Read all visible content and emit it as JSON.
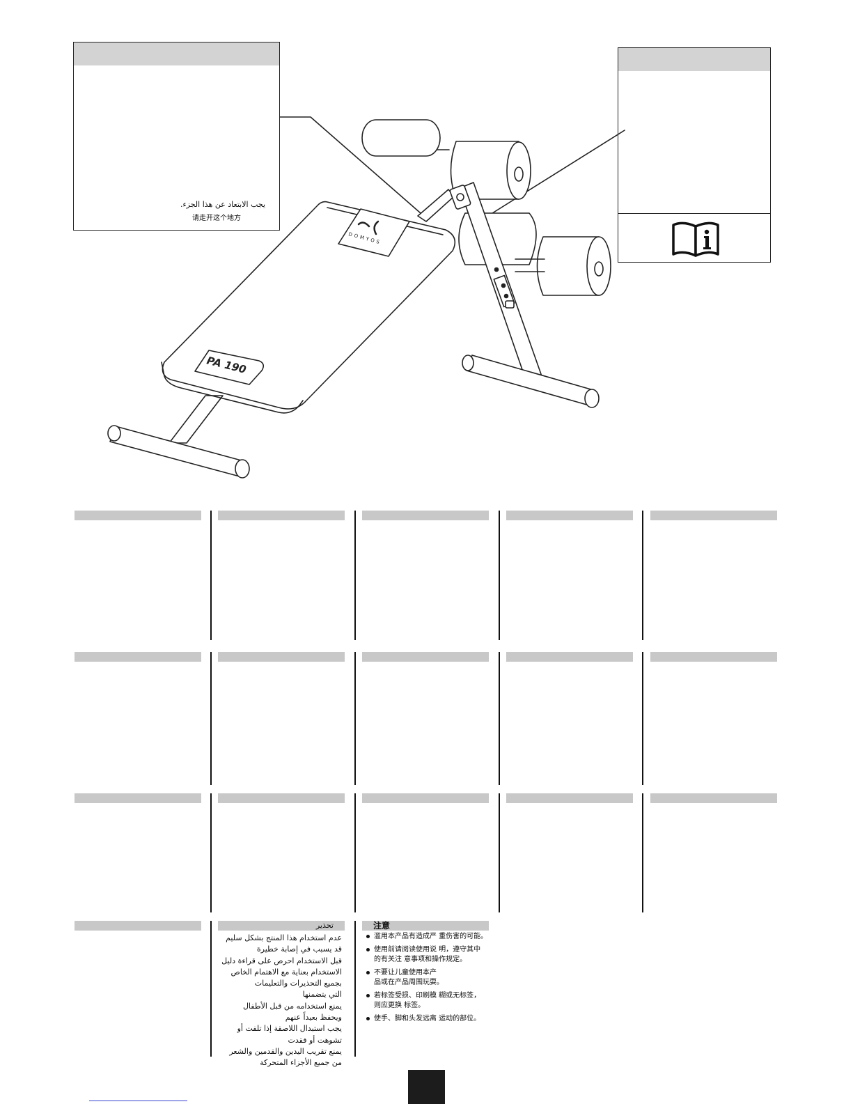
{
  "label_left": {
    "warning_ar": "يجب الابتعاد عن هذا الجزء.",
    "warning_zh": "请走开这个地方"
  },
  "label_right": {
    "icon": "read-manual-book-info-icon"
  },
  "product": {
    "model_label": "PA 190",
    "brand_logo": "domyos-logo"
  },
  "arabic_section": {
    "title": "تحذير",
    "lines": [
      "عدم استخدام هذا المنتج بشكل سليم",
      "قد يسبب في إصابة خطيرة",
      "قبل الاستخدام احرص على قراءة دليل",
      "الاستخدام بعناية مع الاهتمام الخاص",
      "بجميع التحذيرات والتعليمات",
      "التي يتضمنها",
      "يمنع استخدامه من قبل الأطفال",
      "ويحفظ بعيداً عنهم",
      "يجب استبدال اللاصقة إذا تلفت أو",
      "تشوهت أو فقدت",
      "يمنع تقريب اليدين والقدمين والشعر",
      "من جميع الأجزاء المتحركة"
    ]
  },
  "chinese_section": {
    "title": "注意",
    "items": [
      [
        "滥用本产品有造成严 重伤害的可能。"
      ],
      [
        "使用前请阅读使用说 明，遵守其中",
        "的有关注 意事项和操作规定。"
      ],
      [
        "不要让儿童使用本产",
        "品或在产品周围玩耍。"
      ],
      [
        "若标签受损、印刷模 糊或无标签，",
        "则应更换 标签。"
      ],
      [
        "使手、脚和头发远离 运动的部位。"
      ]
    ]
  },
  "colors": {
    "header_gray": "#c8c8c8",
    "label_header_gray": "#d3d3d3",
    "line": "#111111",
    "link_underline": "#3344cc"
  }
}
